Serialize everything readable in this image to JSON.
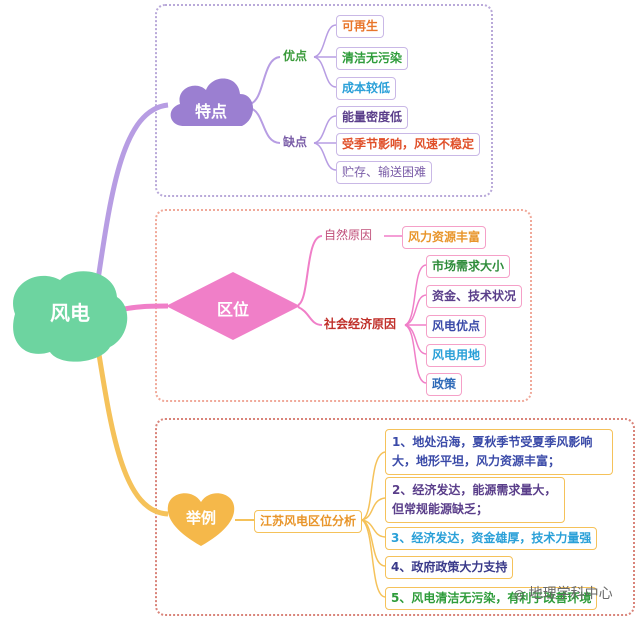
{
  "root": {
    "label": "风电"
  },
  "branches": {
    "features": {
      "label": "特点",
      "pros": {
        "label": "优点",
        "items": [
          "可再生",
          "清洁无污染",
          "成本较低"
        ]
      },
      "cons": {
        "label": "缺点",
        "items": [
          "能量密度低",
          "受季节影响，风速不稳定",
          "贮存、输送困难"
        ]
      }
    },
    "location": {
      "label": "区位",
      "natural": {
        "label": "自然原因",
        "items": [
          "风力资源丰富"
        ]
      },
      "social": {
        "label": "社会经济原因",
        "items": [
          "市场需求大小",
          "资金、技术状况",
          "风电优点",
          "风电用地",
          "政策"
        ]
      }
    },
    "example": {
      "label": "举例",
      "case": {
        "label": "江苏风电区位分析",
        "items": [
          "1、地处沿海，夏秋季节受夏季风影响大，地形平坦，风力资源丰富；",
          "2、经济发达，能源需求量大，但常规能源缺乏；",
          "3、经济发达，资金雄厚，技术力量强",
          "4、政府政策大力支持",
          "5、风电清洁无污染，有利于改善环境"
        ]
      }
    }
  },
  "watermark": "地理学科中心",
  "colors": {
    "purple": "#9b7fd1",
    "pink": "#f07fc8",
    "orange": "#f5b84a",
    "green": "#6dd4a0"
  },
  "icons": {
    "watermark": "wechat-icon"
  }
}
